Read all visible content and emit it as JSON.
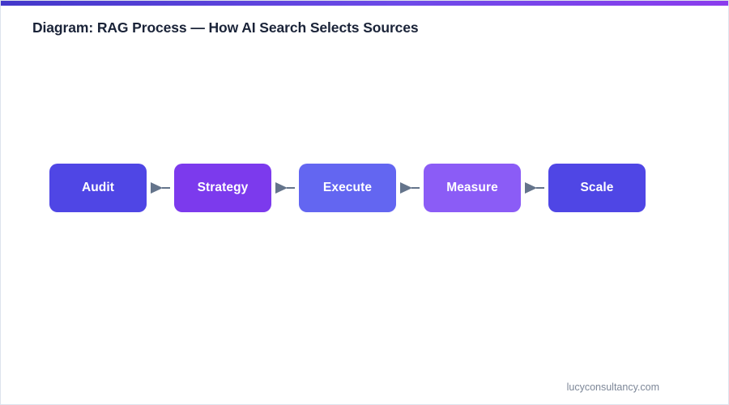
{
  "accent_bar": {
    "gradient_from": "#4338ca",
    "gradient_mid": "#6d4ae8",
    "gradient_to": "#8b3ced"
  },
  "header": {
    "title": "Diagram: RAG Process — How AI Search Selects Sources",
    "title_color": "#1a2338"
  },
  "diagram": {
    "type": "horizontal-flow",
    "arrow_icon": "arrow-right-triangle-icon",
    "arrow_color": "#64748b",
    "node_label_color": "#ffffff",
    "nodes": [
      {
        "label": "Audit",
        "color": "#4f46e5"
      },
      {
        "label": "Strategy",
        "color": "#7c3aed"
      },
      {
        "label": "Execute",
        "color": "#6366f1"
      },
      {
        "label": "Measure",
        "color": "#8b5cf6"
      },
      {
        "label": "Scale",
        "color": "#4f46e5"
      }
    ]
  },
  "footer": {
    "credit": "lucyconsultancy.com",
    "credit_color": "#7d8798"
  }
}
